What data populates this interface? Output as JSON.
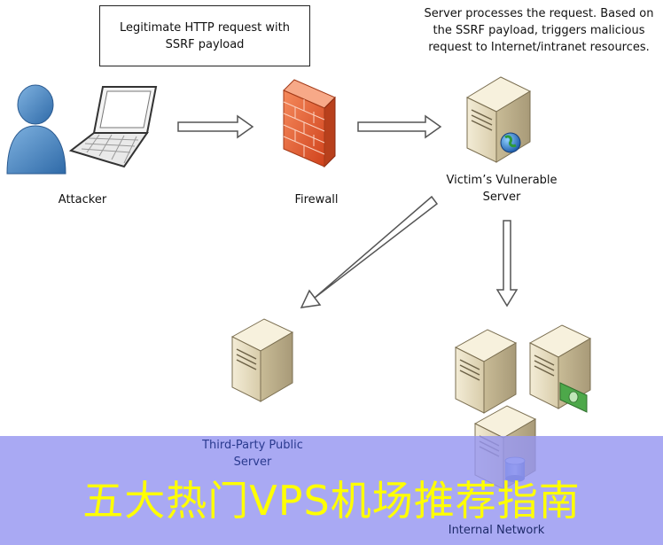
{
  "request_box": {
    "text": "Legitimate HTTP request with SSRF payload"
  },
  "server_note": {
    "lines": [
      "Server processes the request. Based on",
      "the SSRF payload, triggers malicious",
      "request to Internet/intranet resources."
    ]
  },
  "nodes": {
    "attacker": "Attacker",
    "firewall": "Firewall",
    "victim_lines": [
      "Victim’s Vulnerable",
      "Server"
    ],
    "third_party_lines": [
      "Third-Party Public",
      "Server"
    ],
    "internal": "Internal Network"
  },
  "banner": {
    "title": "五大热门VPS机场推荐指南"
  },
  "colors": {
    "banner_bg": "#9696f0",
    "banner_text": "#ffff00",
    "third_party_label": "#2a3a8f"
  }
}
